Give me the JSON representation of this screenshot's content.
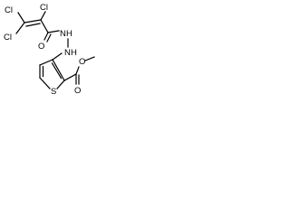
{
  "molecule": {
    "atoms": {
      "cl_top_left": "Cl",
      "cl_top_right": "Cl",
      "cl_left": "Cl",
      "oxygen_carbonyl": "O",
      "nh_upper": "N",
      "nh_upper_h": "H",
      "nh_lower": "N",
      "nh_lower_h": "H",
      "oxygen_ester_carbonyl": "O",
      "oxygen_ester_methoxy": "O",
      "sulfur": "S"
    }
  },
  "colors": {
    "bond": "#000000",
    "label": "#000000",
    "background": "#ffffff"
  }
}
